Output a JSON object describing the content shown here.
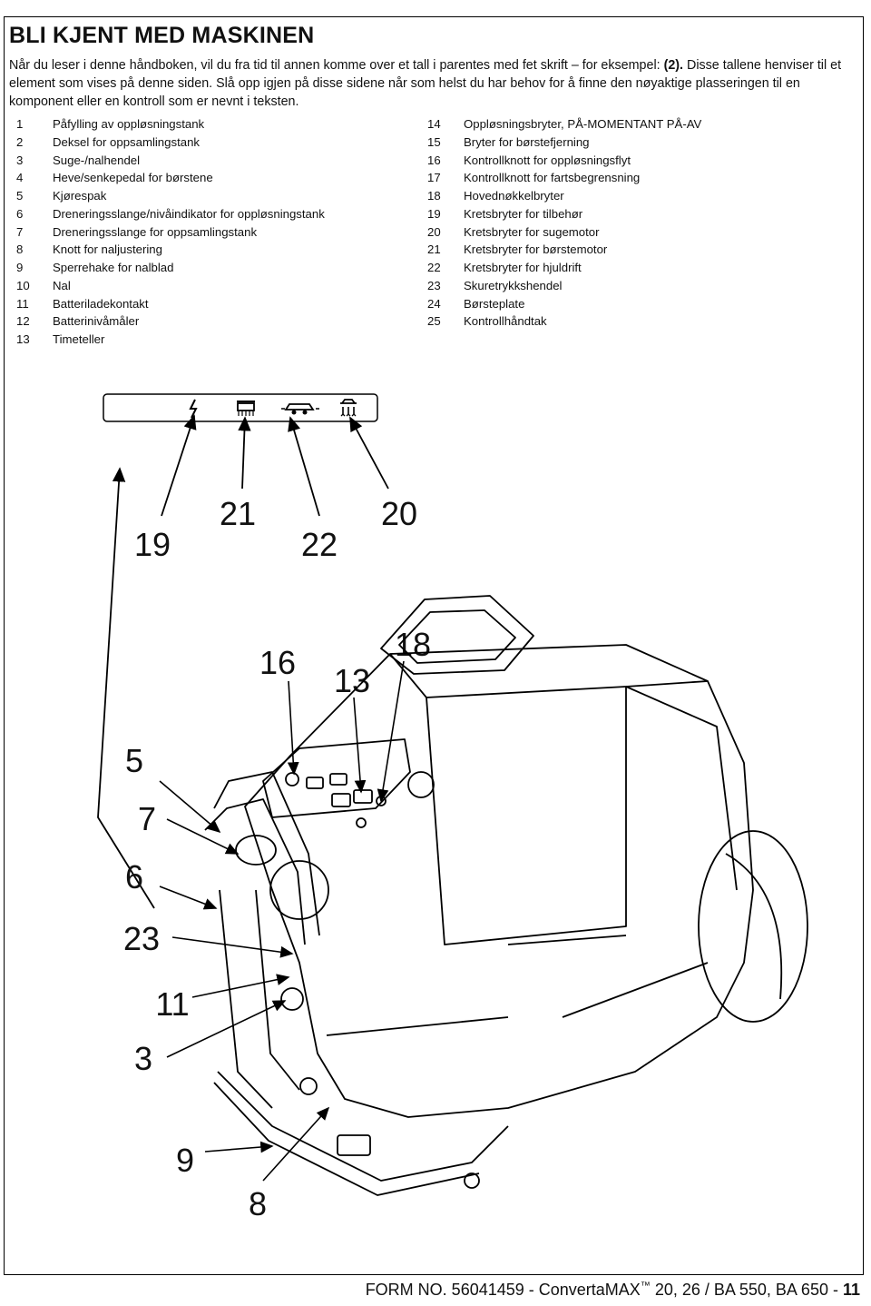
{
  "header": {
    "title": "BLI KJENT MED MASKINEN",
    "intro_pre": "Når du leser i denne håndboken, vil du fra tid til annen komme over et tall i parentes med fet skrift – for eksempel: ",
    "intro_bold": "(2).",
    "intro_post": " Disse tallene henviser til et element som vises på denne siden. Slå opp igjen på disse sidene når som helst du har behov for å finne den nøyaktige plasseringen til en komponent eller en kontroll som er nevnt i teksten."
  },
  "legend_left": [
    {
      "num": "1",
      "label": "Påfylling av oppløsningstank"
    },
    {
      "num": "2",
      "label": "Deksel for oppsamlingstank"
    },
    {
      "num": "3",
      "label": "Suge-/nalhendel"
    },
    {
      "num": "4",
      "label": "Heve/senkepedal for børstene"
    },
    {
      "num": "5",
      "label": "Kjørespak"
    },
    {
      "num": "6",
      "label": "Dreneringsslange/nivåindikator for oppløsningstank"
    },
    {
      "num": "7",
      "label": "Dreneringsslange for oppsamlingstank"
    },
    {
      "num": "8",
      "label": "Knott for naljustering"
    },
    {
      "num": "9",
      "label": "Sperrehake for nalblad"
    },
    {
      "num": "10",
      "label": "Nal"
    },
    {
      "num": "11",
      "label": "Batteriladekontakt"
    },
    {
      "num": "12",
      "label": "Batterinivåmåler"
    },
    {
      "num": "13",
      "label": "Timeteller"
    }
  ],
  "legend_right": [
    {
      "num": "14",
      "label": "Oppløsningsbryter, PÅ-MOMENTANT PÅ-AV"
    },
    {
      "num": "15",
      "label": "Bryter for børstefjerning"
    },
    {
      "num": "16",
      "label": "Kontrollknott for oppløsningsflyt"
    },
    {
      "num": "17",
      "label": "Kontrollknott for fartsbegrensning"
    },
    {
      "num": "18",
      "label": "Hovednøkkelbryter"
    },
    {
      "num": "19",
      "label": "Kretsbryter for tilbehør"
    },
    {
      "num": "20",
      "label": "Kretsbryter for sugemotor"
    },
    {
      "num": "21",
      "label": "Kretsbryter for børstemotor"
    },
    {
      "num": "22",
      "label": "Kretsbryter for hjuldrift"
    },
    {
      "num": "23",
      "label": "Skuretrykkshendel"
    },
    {
      "num": "24",
      "label": "Børsteplate"
    },
    {
      "num": "25",
      "label": "Kontrollhåndtak"
    }
  ],
  "figure": {
    "callouts": {
      "c19": "19",
      "c21": "21",
      "c22": "22",
      "c20": "20",
      "c16": "16",
      "c13": "13",
      "c18": "18",
      "c5": "5",
      "c7": "7",
      "c6": "6",
      "c23": "23",
      "c11": "11",
      "c3": "3",
      "c9": "9",
      "c8": "8"
    },
    "icons": [
      "accessory-lightning-icon",
      "brush-icon",
      "wheel-drive-icon",
      "vacuum-icon"
    ]
  },
  "footer": {
    "prefix": "FORM NO. 56041459 - ConvertaMAX",
    "tm": "™",
    "models": " 20, 26 / BA 550, BA 650 - ",
    "page": "11"
  }
}
